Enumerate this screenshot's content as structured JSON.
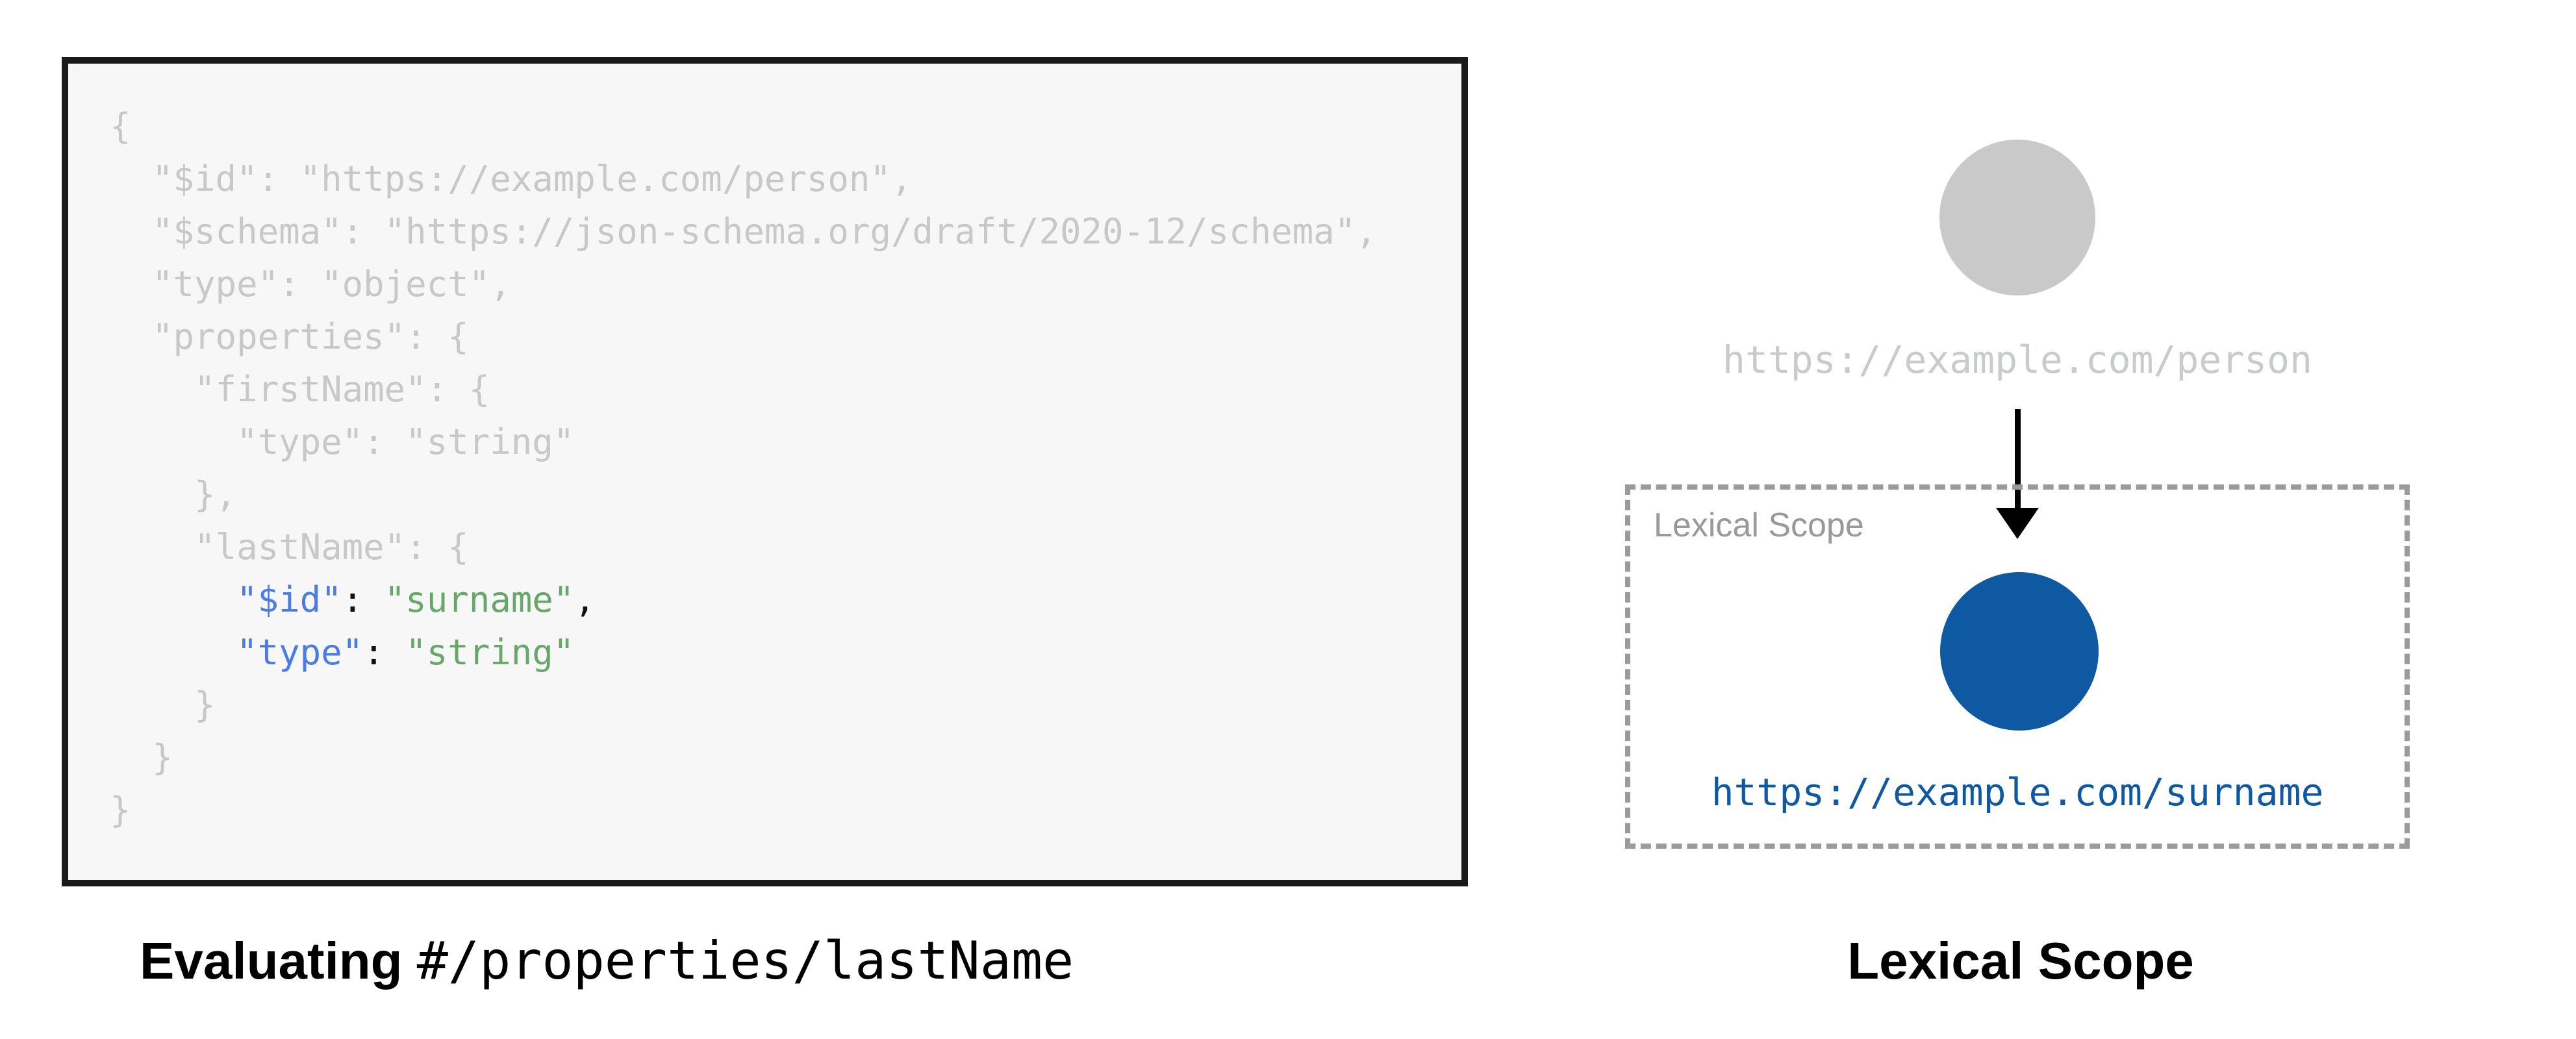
{
  "canvas": {
    "background": "#ffffff"
  },
  "code_panel": {
    "background": "#f7f7f7",
    "border_color": "#1a1a1a",
    "colors": {
      "plain": "#c8c8c8",
      "key": "#4b7ce3",
      "string": "#67a869",
      "punct": "#111111"
    },
    "lines": [
      {
        "segments": [
          {
            "text": "{",
            "type": "plain"
          }
        ]
      },
      {
        "segments": [
          {
            "text": "  \"$id\": \"https://example.com/person\",",
            "type": "plain"
          }
        ]
      },
      {
        "segments": [
          {
            "text": "  \"$schema\": \"https://json-schema.org/draft/2020-12/schema\",",
            "type": "plain"
          }
        ]
      },
      {
        "segments": [
          {
            "text": "  \"type\": \"object\",",
            "type": "plain"
          }
        ]
      },
      {
        "segments": [
          {
            "text": "  \"properties\": {",
            "type": "plain"
          }
        ]
      },
      {
        "segments": [
          {
            "text": "    \"firstName\": {",
            "type": "plain"
          }
        ]
      },
      {
        "segments": [
          {
            "text": "      \"type\": \"string\"",
            "type": "plain"
          }
        ]
      },
      {
        "segments": [
          {
            "text": "    },",
            "type": "plain"
          }
        ]
      },
      {
        "segments": [
          {
            "text": "    \"lastName\": {",
            "type": "plain"
          }
        ]
      },
      {
        "segments": [
          {
            "text": "      ",
            "type": "plain"
          },
          {
            "text": "\"$id\"",
            "type": "key"
          },
          {
            "text": ": ",
            "type": "punct"
          },
          {
            "text": "\"surname\"",
            "type": "string"
          },
          {
            "text": ",",
            "type": "punct"
          }
        ]
      },
      {
        "segments": [
          {
            "text": "      ",
            "type": "plain"
          },
          {
            "text": "\"type\"",
            "type": "key"
          },
          {
            "text": ": ",
            "type": "punct"
          },
          {
            "text": "\"string\"",
            "type": "string"
          }
        ]
      },
      {
        "segments": [
          {
            "text": "    }",
            "type": "plain"
          }
        ]
      },
      {
        "segments": [
          {
            "text": "  }",
            "type": "plain"
          }
        ]
      },
      {
        "segments": [
          {
            "text": "}",
            "type": "plain"
          }
        ]
      }
    ]
  },
  "left_caption": {
    "bold": "Evaluating ",
    "mono": "#/properties/lastName"
  },
  "diagram": {
    "parent_node": {
      "color": "#c9c9c9",
      "label": "https://example.com/person",
      "label_color": "#c9cbcb"
    },
    "arrow_color": "#000000",
    "scope_box": {
      "label": "Lexical Scope",
      "border_color": "#9b9b9b",
      "label_color": "#999999"
    },
    "child_node": {
      "color": "#0f58a2",
      "label": "https://example.com/surname",
      "label_color": "#0f58a2"
    }
  },
  "right_caption": "Lexical Scope"
}
